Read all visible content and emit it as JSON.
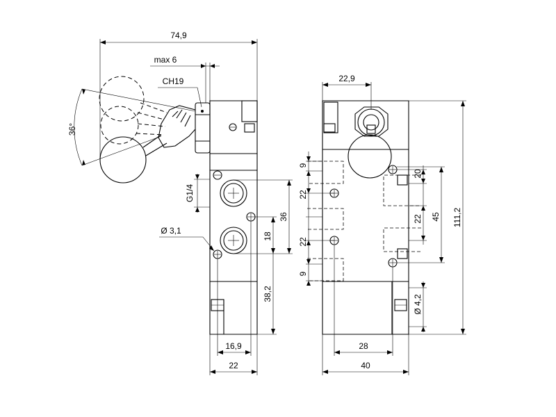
{
  "side_view": {
    "overall_width": "74,9",
    "max_stroke": "max 6",
    "nut_size": "CH19",
    "swing_angle": "36°",
    "port_thread": "G1/4",
    "mount_hole": "Ø 3,1",
    "port_pitch": "36",
    "port_offset": "18",
    "body_height": "38,2",
    "hole_spacing": "16,9",
    "body_width": "22"
  },
  "front_view": {
    "lever_offset": "22,9",
    "top_gap": "9",
    "gap_upper": "22",
    "gap_lower": "22",
    "bottom_gap": "9",
    "right_upper": "20",
    "right_middle": "22",
    "right_span": "45",
    "overall_height": "111,2",
    "mount_hole": "Ø 4,2",
    "hole_spacing": "28",
    "body_width": "40"
  }
}
